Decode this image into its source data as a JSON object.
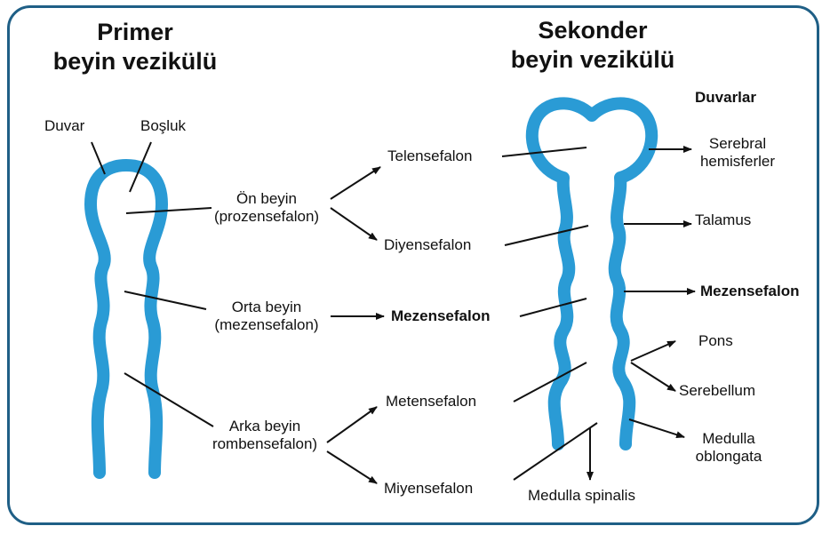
{
  "primary": {
    "title_line1": "Primer",
    "title_line2": "beyin vezikülü",
    "wall_label": "Duvar",
    "cavity_label": "Boşluk",
    "forebrain": {
      "line1": "Ön beyin",
      "line2": "(prozensefalon)"
    },
    "midbrain": {
      "line1": "Orta beyin",
      "line2": "(mezensefalon)"
    },
    "hindbrain": {
      "line1": "Arka beyin",
      "line2": "rombensefalon)"
    }
  },
  "secondary": {
    "title_line1": "Sekonder",
    "title_line2": "beyin vezikülü",
    "telencephalon": "Telensefalon",
    "diencephalon": "Diyensefalon",
    "mesencephalon": "Mezensefalon",
    "metencephalon": "Metensefalon",
    "myelencephalon": "Miyensefalon",
    "spinal": "Medulla spinalis"
  },
  "walls": {
    "title": "Duvarlar",
    "cerebral": {
      "line1": "Serebral",
      "line2": "hemisferler"
    },
    "thalamus": "Talamus",
    "mesencephalon": "Mezensefalon",
    "pons": "Pons",
    "cerebellum": "Serebellum",
    "medulla": {
      "line1": "Medulla",
      "line2": "oblongata"
    }
  },
  "colors": {
    "vesicle": "#2a9bd5",
    "vesicle_edge": "#1f74a8",
    "frame": "#1f5f86",
    "ink": "#111111"
  }
}
